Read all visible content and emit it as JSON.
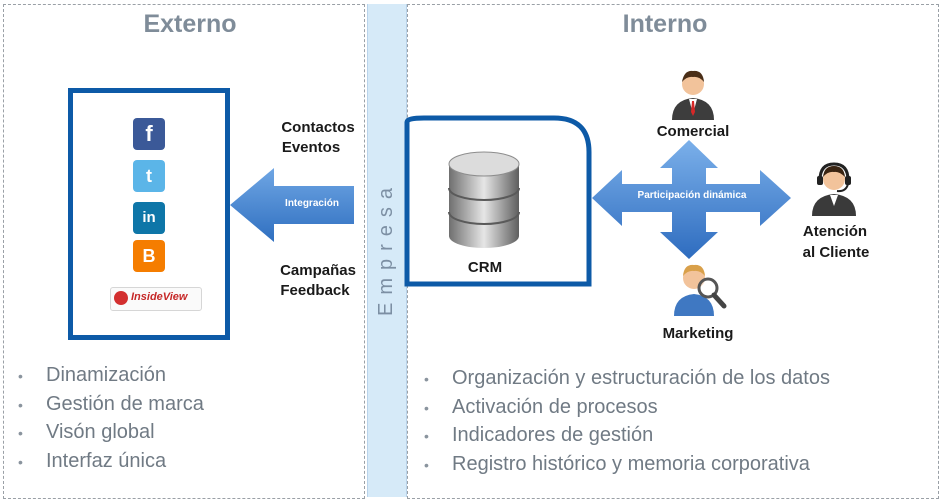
{
  "externo": {
    "title": "Externo",
    "bullets": [
      "Dinamización",
      "Gestión de marca",
      "Visón global",
      "Interfaz única"
    ]
  },
  "interno": {
    "title": "Interno",
    "bullets": [
      "Organización y estructuración de los datos",
      "Activación de procesos",
      "Indicadores de gestión",
      "Registro histórico y memoria corporativa"
    ]
  },
  "empresa": {
    "label": "Empresa"
  },
  "social_icons": [
    "facebook-icon",
    "twitter-icon",
    "linkedin-icon",
    "blogger-icon",
    "insideview-logo"
  ],
  "insideview": {
    "text": "InsideView"
  },
  "integracion": {
    "arrow_label": "Integración",
    "top_label_1": "Contactos",
    "top_label_2": "Eventos",
    "bottom_label_1": "Campañas",
    "bottom_label_2": "Feedback"
  },
  "crm": {
    "label": "CRM"
  },
  "participacion": {
    "arrow_label": "Participación dinámica"
  },
  "roles": {
    "comercial": "Comercial",
    "marketing": "Marketing",
    "atencion_1": "Atención",
    "atencion_2": "al Cliente"
  },
  "colors": {
    "frame_blue": "#0d5aa7",
    "arrow_blue": "#3d7fd0",
    "empresa_band": "#d6eaf8",
    "title_gray": "#7f8c99",
    "bullet_gray": "#707a84"
  }
}
